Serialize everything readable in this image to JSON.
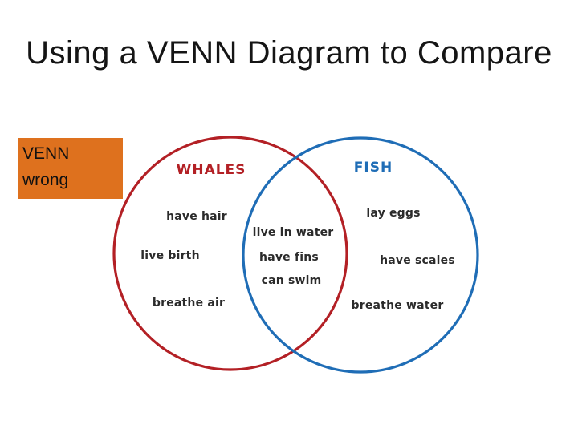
{
  "slide": {
    "title": "Using a VENN Diagram to Compare",
    "title_color": "#151515",
    "background_color": "#FFFFFF"
  },
  "note_box": {
    "line1": "VENN",
    "line2": "wrong",
    "bg_color": "#DE711E",
    "text_color": "#111111"
  },
  "venn": {
    "left_label": "WHALES",
    "left_color": "#B32025",
    "right_label": "FISH",
    "right_color": "#1F6DB6",
    "item_text_color": "#2B2B2B",
    "left_items": [
      "have hair",
      "live birth",
      "breathe air"
    ],
    "shared_items": [
      "live in water",
      "have fins",
      "can swim"
    ],
    "right_items": [
      "lay eggs",
      "have scales",
      "breathe water"
    ]
  }
}
